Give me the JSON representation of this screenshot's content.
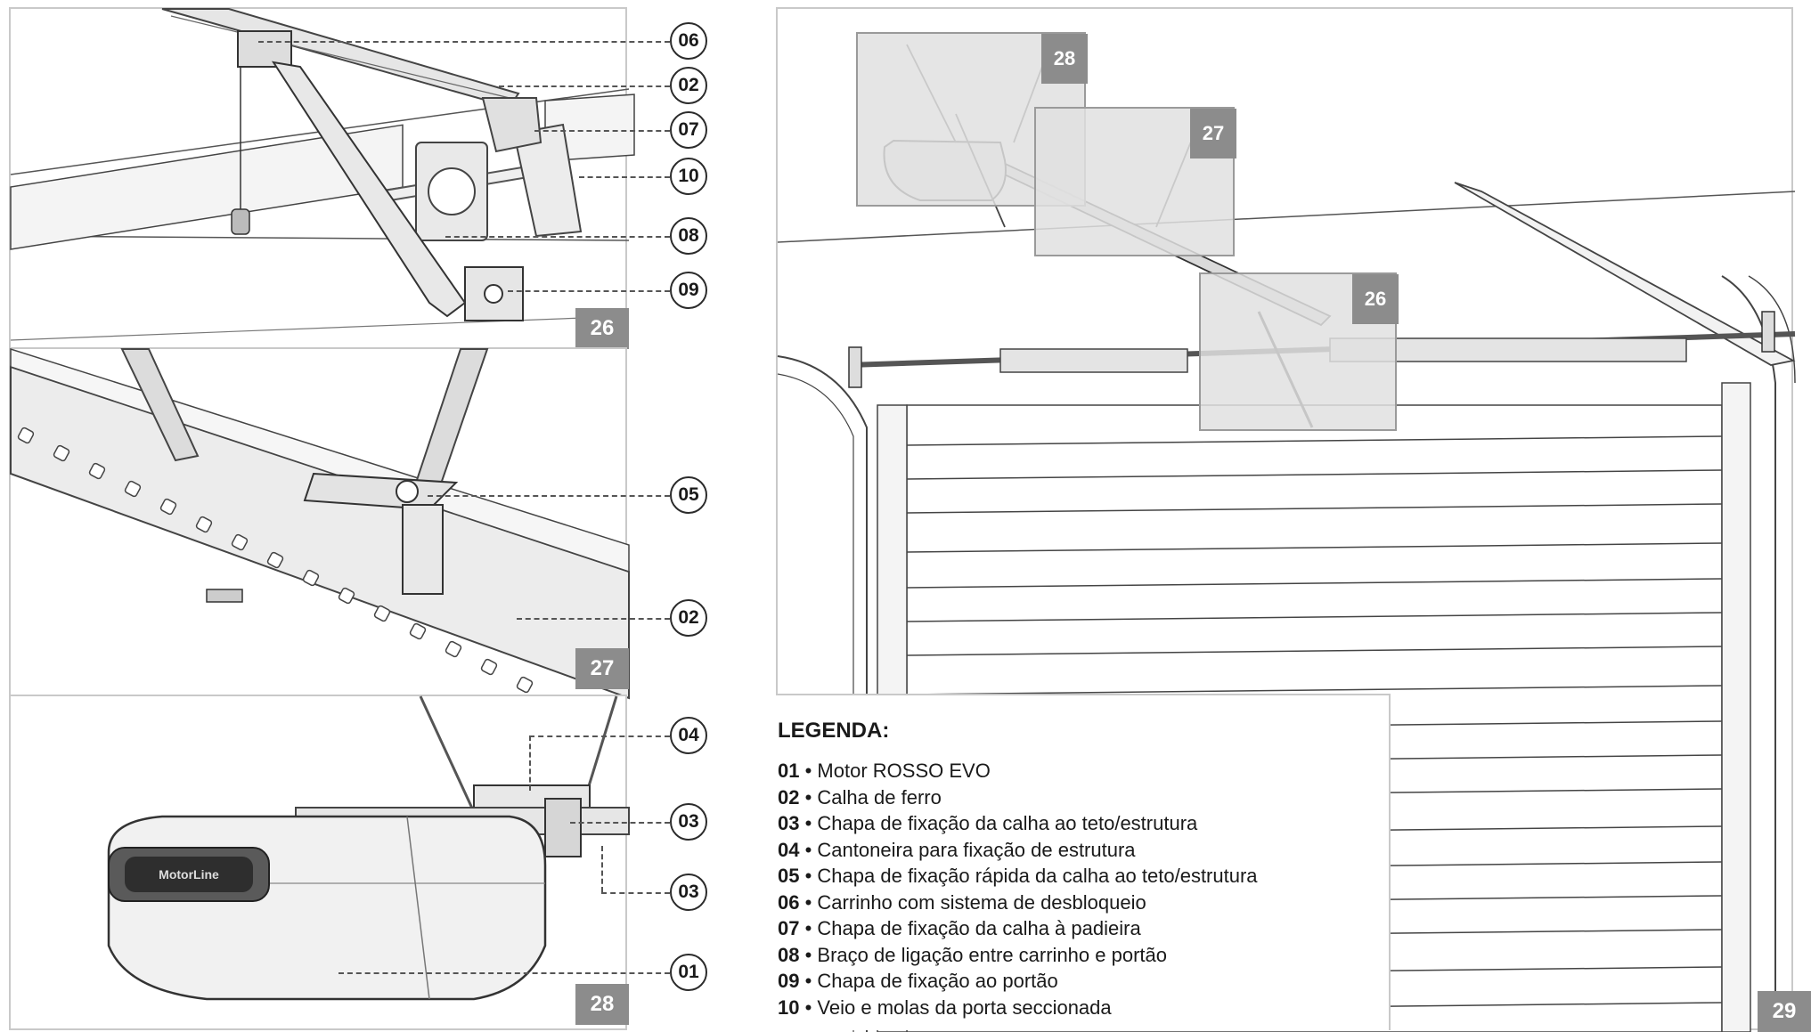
{
  "panels": {
    "p26": {
      "badge": "26"
    },
    "p27": {
      "badge": "27"
    },
    "p28": {
      "badge": "28"
    },
    "p29": {
      "badge": "29"
    }
  },
  "callouts": {
    "p26": [
      "06",
      "02",
      "07",
      "10",
      "08",
      "09"
    ],
    "p27": [
      "05",
      "02"
    ],
    "p28": [
      "04",
      "03",
      "03",
      "01"
    ]
  },
  "insets": {
    "i28": "28",
    "i27": "27",
    "i26": "26"
  },
  "legend": {
    "title": "LEGENDA:",
    "items": [
      {
        "num": "01",
        "text": "Motor ROSSO EVO"
      },
      {
        "num": "02",
        "text": "Calha de ferro"
      },
      {
        "num": "03",
        "text": "Chapa de fixação da calha ao teto/estrutura"
      },
      {
        "num": "04",
        "text": "Cantoneira para fixação de estrutura"
      },
      {
        "num": "05",
        "text": "Chapa de fixação rápida da calha ao teto/estrutura"
      },
      {
        "num": "06",
        "text": "Carrinho com sistema de desbloqueio"
      },
      {
        "num": "07",
        "text": "Chapa de fixação da calha à padieira"
      },
      {
        "num": "08",
        "text": "Braço de ligação entre carrinho e portão"
      },
      {
        "num": "09",
        "text": "Chapa de fixação ao portão"
      },
      {
        "num": "10",
        "text": "Veio e molas da porta seccionada"
      }
    ]
  },
  "motor_brand": "MotorLine"
}
